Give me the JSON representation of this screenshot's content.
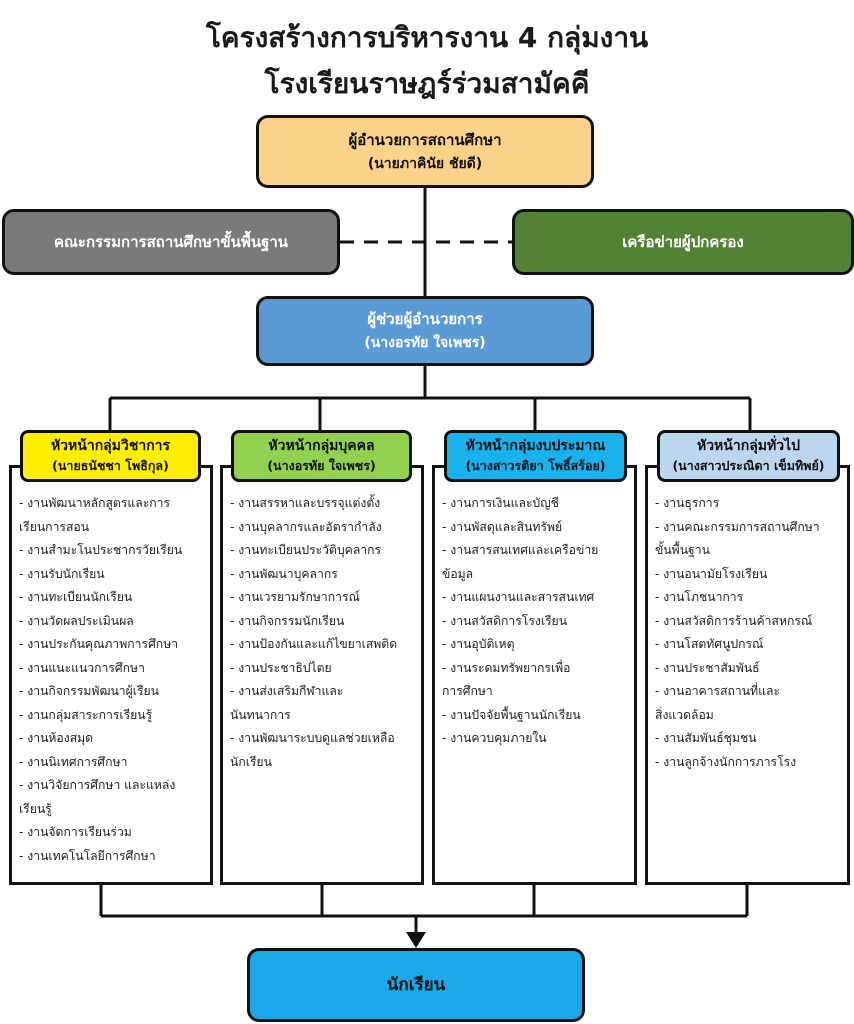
{
  "title": {
    "line1": "โครงสร้างการบริหารงาน 4 กลุ่มงาน",
    "line2": "โรงเรียนราษฎร์ร่วมสามัคคี"
  },
  "director": {
    "position": "ผู้อำนวยการสถานศึกษา",
    "name": "(นายภาคินัย  ชัยดี)",
    "color": "#fbd28a"
  },
  "committee": {
    "label": "คณะกรรมการสถานศึกษาขั้นพื้นฐาน",
    "color": "#7a7a7a"
  },
  "parent_network": {
    "label": "เครือข่ายผู้ปกครอง",
    "color": "#548235"
  },
  "assistant": {
    "position": "ผู้ช่วยผู้อำนวยการ",
    "name": "(นางอรทัย  ใจเพชร)",
    "color": "#5b9bd5"
  },
  "groups": [
    {
      "head": "หัวหน้ากลุ่มวิชาการ",
      "name": "(นายธนัชชา  โพธิกุล)",
      "color": "#ffee00",
      "items": [
        "- งานพัฒนาหลักสูตรและการ",
        "เรียนการสอน",
        "- งานสำมะโนประชากรวัยเรียน",
        "- งานรับนักเรียน",
        "- งานทะเบียนนักเรียน",
        "- งานวัดผลประเมินผล",
        "- งานประกันคุณภาพการศึกษา",
        "- งานแนะแนวการศึกษา",
        "- งานกิจกรรมพัฒนาผู้เรียน",
        "- งานกลุ่มสาระการเรียนรู้",
        "- งานห้องสมุด",
        "- งานนิเทศการศึกษา",
        "- งานวิจัยการศึกษา และแหล่ง",
        "เรียนรู้",
        "- งานจัดการเรียนร่วม",
        "- งานเทคโนโลยีการศึกษา"
      ]
    },
    {
      "head": "หัวหน้ากลุ่มบุคคล",
      "name": "(นางอรทัย ใจเพชร)",
      "color": "#92d050",
      "items": [
        "- งานสรรหาและบรรจุแต่งตั้ง",
        "- งานบุคลากรและอัตรากำลัง",
        "- งานทะเบียนประวัติบุคลากร",
        "- งานพัฒนาบุคลากร",
        "- งานเวรยามรักษาการณ์",
        "- งานกิจกรรมนักเรียน",
        "- งานป้องกันและแก้ไขยาเสพติด",
        "- งานประชาธิปไตย",
        "- งานส่งเสริมกีฬาและ",
        "นันทนาการ",
        "- งานพัฒนาระบบดูแลช่วยเหลือ",
        "นักเรียน"
      ]
    },
    {
      "head": "หัวหน้ากลุ่มงบประมาณ",
      "name": "(นางสาวรติยา  โพธิ์สร้อย)",
      "color": "#19b2ec",
      "items": [
        "- งานการเงินและบัญชี",
        "- งานพัสดุและสินทรัพย์",
        "- งานสารสนเทศและเครือข่าย",
        "ข้อมูล",
        "- งานแผนงานและสารสนเทศ",
        "- งานสวัสดิการโรงเรียน",
        "- งานอุบัติเหตุ",
        "- งานระดมทรัพยากรเพื่อ",
        "การศึกษา",
        "- งานปัจจัยพื้นฐานนักเรียน",
        "- งานควบคุมภายใน"
      ]
    },
    {
      "head": "หัวหน้ากลุ่มทั่วไป",
      "name": "(นางสาวประณิดา เข็มทิพย์)",
      "color": "#bcd6ee",
      "items": [
        "- งานธุรการ",
        "- งานคณะกรรมการสถานศึกษา",
        "ขั้นพื้นฐาน",
        "- งานอนามัยโรงเรียน",
        "- งานโภชนาการ",
        "- งานสวัสดิการร้านค้าสหกรณ์",
        "- งานโสตทัศนูปกรณ์",
        "- งานประชาสัมพันธ์",
        "- งานอาคารสถานที่และ",
        "สิ่งแวดล้อม",
        "- งานสัมพันธ์ชุมชน",
        "- งานลูกจ้างนักการภารโรง"
      ]
    }
  ],
  "students": {
    "label": "นักเรียน",
    "color": "#1aa9e8"
  }
}
